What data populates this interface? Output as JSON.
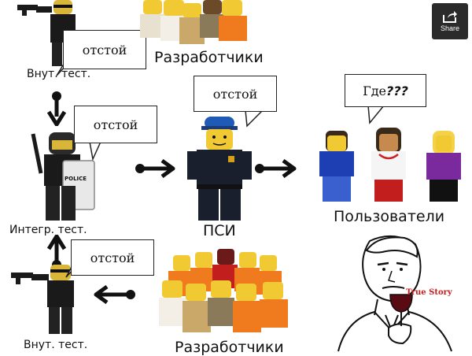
{
  "share": {
    "label": "Share",
    "icon": "share-icon"
  },
  "bubbles": {
    "top_left": "отстой",
    "mid_left": "отстой",
    "mid_center": "отстой",
    "bottom_left": "отстой",
    "users": "Где",
    "users_emphasis": "???"
  },
  "labels": {
    "unit_test_top": "Внут. тест.",
    "developers_top": "Разработчики",
    "integration_test": "Интегр. тест.",
    "acceptance_test": "ПСИ",
    "users": "Пользователи",
    "unit_test_bottom": "Внут. тест.",
    "developers_bottom": "Разработчики"
  },
  "meme": {
    "caption": "True Story"
  },
  "police_shield_text": "POLICE"
}
